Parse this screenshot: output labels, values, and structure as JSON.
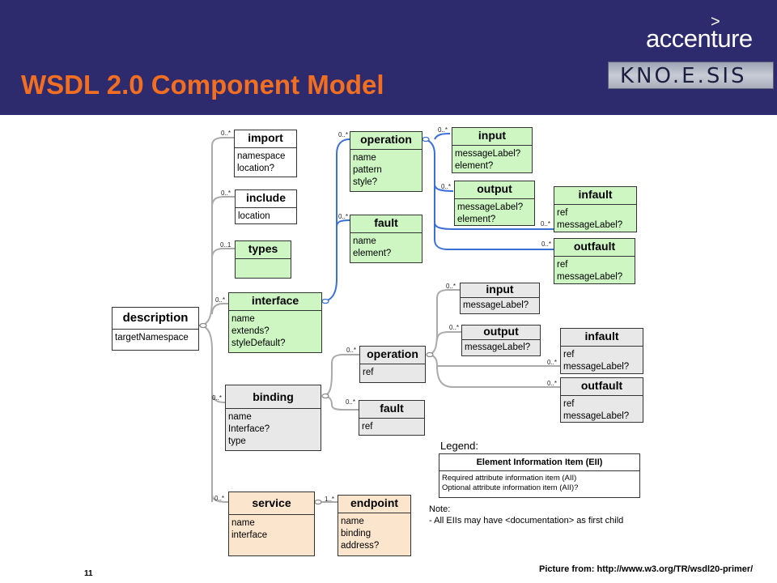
{
  "slide": {
    "title": "WSDL 2.0 Component Model",
    "page_number": "11",
    "credit": "Picture from: http://www.w3.org/TR/wsdl20-primer/",
    "logos": {
      "accenture_mark": ">",
      "accenture": "accenture",
      "knoesis": "KNO.E.SIS"
    }
  },
  "colors": {
    "header": "#2d2a6d",
    "title": "#f26f22",
    "interface_group": "#cdf6c3",
    "binding_group": "#e8e8e8",
    "service_group": "#fbe5cd",
    "blue_link": "#3b6fd6"
  },
  "boxes": {
    "description": {
      "title": "description",
      "attrs": [
        "targetNamespace"
      ]
    },
    "import": {
      "title": "import",
      "mult": "0..*",
      "attrs": [
        "namespace",
        "location?"
      ]
    },
    "include": {
      "title": "include",
      "mult": "0..*",
      "attrs": [
        "location"
      ]
    },
    "types": {
      "title": "types",
      "mult": "0..1",
      "attrs": []
    },
    "interface": {
      "title": "interface",
      "mult": "0..*",
      "attrs": [
        "name",
        "extends?",
        "styleDefault?"
      ]
    },
    "iface_operation": {
      "title": "operation",
      "mult": "0..*",
      "attrs": [
        "name",
        "pattern",
        "style?"
      ]
    },
    "iface_fault": {
      "title": "fault",
      "mult": "0..*",
      "attrs": [
        "name",
        "element?"
      ]
    },
    "iface_input": {
      "title": "input",
      "mult": "0..*",
      "attrs": [
        "messageLabel?",
        "element?"
      ]
    },
    "iface_output": {
      "title": "output",
      "mult": "0..*",
      "attrs": [
        "messageLabel?",
        "element?"
      ]
    },
    "iface_infault": {
      "title": "infault",
      "mult": "0..*",
      "attrs": [
        "ref",
        "messageLabel?"
      ]
    },
    "iface_outfault": {
      "title": "outfault",
      "mult": "0..*",
      "attrs": [
        "ref",
        "messageLabel?"
      ]
    },
    "binding": {
      "title": "binding",
      "mult": "0..*",
      "attrs": [
        "name",
        "Interface?",
        "type"
      ]
    },
    "bind_operation": {
      "title": "operation",
      "mult": "0..*",
      "attrs": [
        "ref"
      ]
    },
    "bind_fault": {
      "title": "fault",
      "mult": "0..*",
      "attrs": [
        "ref"
      ]
    },
    "bind_input": {
      "title": "input",
      "mult": "0..*",
      "attrs": [
        "messageLabel?"
      ]
    },
    "bind_output": {
      "title": "output",
      "mult": "0..*",
      "attrs": [
        "messageLabel?"
      ]
    },
    "bind_infault": {
      "title": "infault",
      "mult": "0..*",
      "attrs": [
        "ref",
        "messageLabel?"
      ]
    },
    "bind_outfault": {
      "title": "outfault",
      "mult": "0..*",
      "attrs": [
        "ref",
        "messageLabel?"
      ]
    },
    "service": {
      "title": "service",
      "mult": "0..*",
      "attrs": [
        "name",
        "interface"
      ]
    },
    "endpoint": {
      "title": "endpoint",
      "mult": "1..*",
      "attrs": [
        "name",
        "binding",
        "address?"
      ]
    }
  },
  "legend": {
    "label": "Legend:",
    "box_title": "Element Information Item (EII)",
    "lines": [
      "Required attribute information item (AII)",
      "Optional attribute information item (AII)?"
    ]
  },
  "note": {
    "label": "Note:",
    "text": "- All EIIs may have  <documentation> as first child"
  }
}
